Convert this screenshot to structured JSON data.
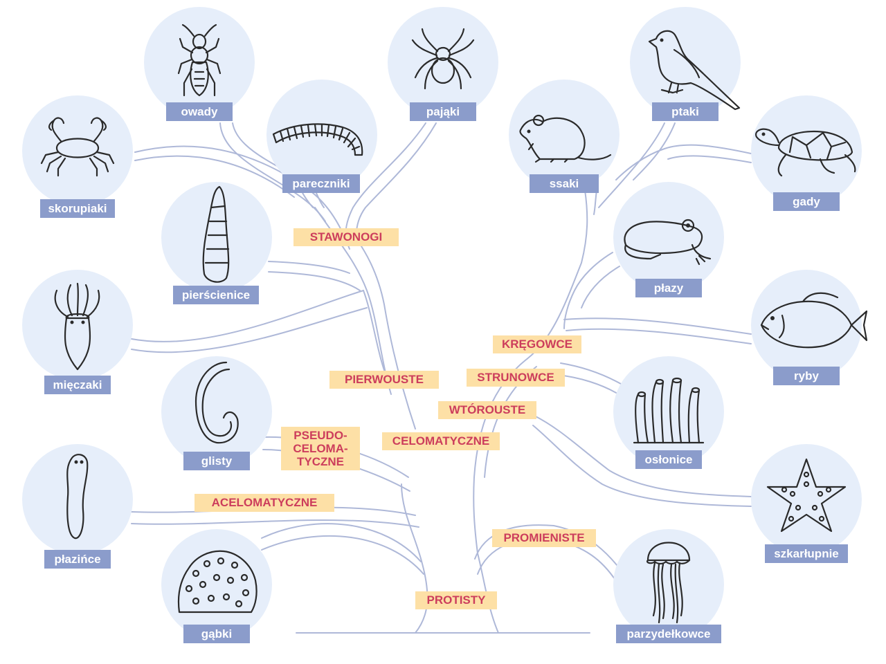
{
  "colors": {
    "circle": "#e6eefa",
    "label_bg": "#8b9ccb",
    "clade_bg": "#fde0a6",
    "clade_text": "#cc3d5c",
    "branch": "#aeb8d8"
  },
  "organisms": {
    "owady": "owady",
    "pajaki": "pająki",
    "ptaki": "ptaki",
    "skorupiaki": "skorupiaki",
    "pareczniki": "pareczniki",
    "ssaki": "ssaki",
    "gady": "gady",
    "pierscienice": "pierścienice",
    "plazy": "płazy",
    "mieczaki": "mięczaki",
    "ryby": "ryby",
    "glisty": "glisty",
    "oslonice": "osłonice",
    "plazince": "płazińce",
    "szkarlupnie": "szkarłupnie",
    "gabki": "gąbki",
    "parzydelkowce": "parzydełkowce"
  },
  "clades": {
    "stawonogi": "STAWONOGI",
    "pierwouste": "PIERWOUSTE",
    "kregowce": "KRĘGOWCE",
    "strunowce": "STRUNOWCE",
    "wtorouste": "WTÓROUSTE",
    "pseudo_1": "PSEUDO-",
    "pseudo_2": "CELOMA-",
    "pseudo_3": "TYCZNE",
    "celomatyczne": "CELOMATYCZNE",
    "acelomatyczne": "ACELOMATYCZNE",
    "promieniste": "PROMIENISTE",
    "protisty": "PROTISTY"
  },
  "icons": [
    "insect-icon",
    "spider-icon",
    "bird-icon",
    "crab-icon",
    "millipede-icon",
    "mouse-icon",
    "turtle-icon",
    "worm-icon",
    "frog-icon",
    "squid-icon",
    "fish-icon",
    "roundworm-icon",
    "tunicate-icon",
    "flatworm-icon",
    "starfish-icon",
    "sponge-icon",
    "jellyfish-icon"
  ]
}
